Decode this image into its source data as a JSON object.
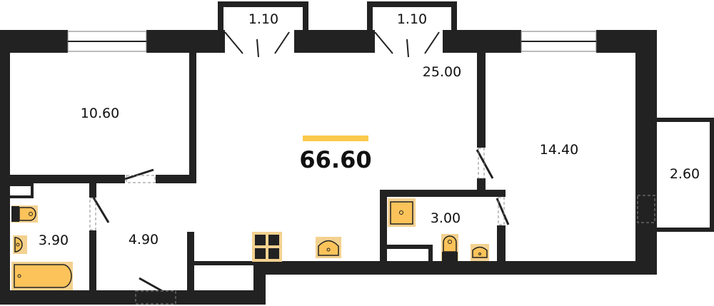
{
  "plan": {
    "total_area": "66.60",
    "rooms": [
      {
        "name": "room-bedroom",
        "area": "10.60"
      },
      {
        "name": "room-living",
        "area": "25.00"
      },
      {
        "name": "room-bedroom-2",
        "area": "14.40"
      },
      {
        "name": "room-bathroom",
        "area": "3.90"
      },
      {
        "name": "room-hallway",
        "area": "4.90"
      },
      {
        "name": "room-wc",
        "area": "3.00"
      },
      {
        "name": "balcony-1",
        "area": "1.10"
      },
      {
        "name": "balcony-2",
        "area": "1.10"
      },
      {
        "name": "balcony-3",
        "area": "2.60"
      }
    ]
  },
  "colors": {
    "wall": "#222222",
    "accent": "#fbc94b",
    "fixture": "#fbc35a",
    "fixture_bg": "#f3d18f"
  }
}
